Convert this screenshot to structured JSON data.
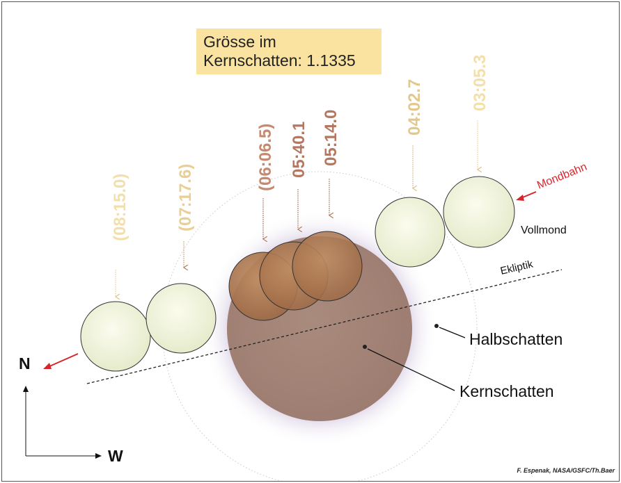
{
  "magnitude_box": {
    "line1": "Grösse im",
    "line2": "Kernschatten: 1.1335"
  },
  "times": [
    {
      "label": "(08:15.0)",
      "color": "#f3dfaa"
    },
    {
      "label": "(07:17.6)",
      "color": "#e9cf96"
    },
    {
      "label": "(06:06.5)",
      "color": "#c4896f"
    },
    {
      "label": "05:40.1",
      "color": "#b47761"
    },
    {
      "label": "05:14.0",
      "color": "#b47761"
    },
    {
      "label": "04:02.7",
      "color": "#e3c88e"
    },
    {
      "label": "03:05.3",
      "color": "#f3dfaa"
    }
  ],
  "labels": {
    "mondbahn": "Mondbahn",
    "vollmond": "Vollmond",
    "ekliptik": "Ekliptik",
    "halbschatten": "Halbschatten",
    "kernschatten": "Kernschatten",
    "north": "N",
    "west": "W",
    "credit": "F. Espenak, NASA/GSFC/Th.Baer"
  },
  "colors": {
    "umbra": "#a78779",
    "penumbra_glow": "#c9bad8",
    "full_moon": "#f4f6df",
    "eclipsed_moon": "#b27d55",
    "arrow_red": "#d8252a"
  }
}
